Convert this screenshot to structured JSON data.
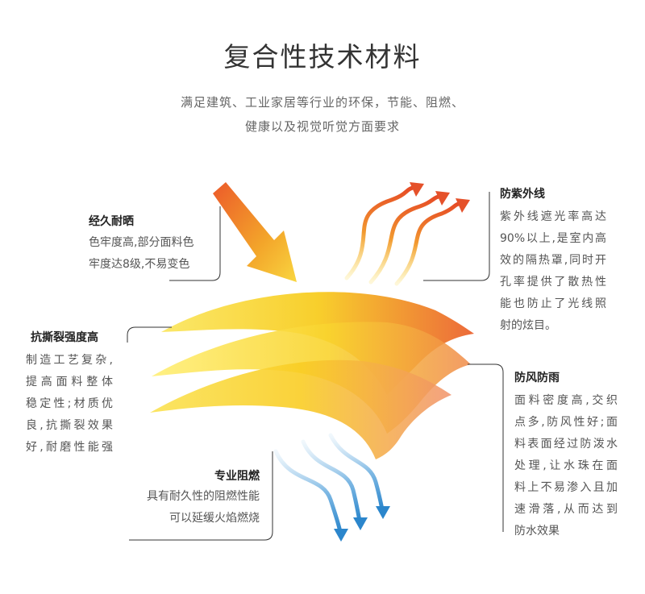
{
  "title": "复合性技术材料",
  "subtitle": [
    "满足建筑、工业家居等行业的环保，节能、阻燃、",
    "健康以及视觉听觉方面要求"
  ],
  "features": {
    "fade": {
      "heading": "经久耐晒",
      "lines": [
        "色牢度高,部分面料色",
        "牢度达8级,不易变色"
      ]
    },
    "tear": {
      "heading": "抗撕裂强度高",
      "lines": [
        "制造工艺复杂,",
        "提高面料整体",
        "稳定性;材质优",
        "良,抗撕裂效果",
        "好,耐磨性能强"
      ]
    },
    "flame": {
      "heading": "专业阻燃",
      "lines": [
        "具有耐久性的阻燃性能",
        "可以延缓火焰燃烧"
      ]
    },
    "uv": {
      "heading": "防紫外线",
      "lines": [
        "紫外线遮光率高达",
        "90%以上,是室内高",
        "效的隔热罩,同时开",
        "孔率提供了散热性",
        "能也防止了光线照",
        "射的炫目。"
      ]
    },
    "wind": {
      "heading": "防风防雨",
      "lines": [
        "面料密度高,交织",
        "点多,防风性好;面",
        "料表面经过防泼水",
        "处理,让水珠在面",
        "料上不易渗入且加",
        "速滑落,从而达到",
        "防水效果"
      ]
    }
  },
  "icons": [
    "sun-ray-arrow-icon",
    "heat-out-arrows-icon",
    "water-down-arrows-icon"
  ],
  "colors": {
    "accent_orange": "#e8632e",
    "accent_yellow": "#f7d72a",
    "accent_blue": "#2b86cc",
    "line": "#333333"
  }
}
